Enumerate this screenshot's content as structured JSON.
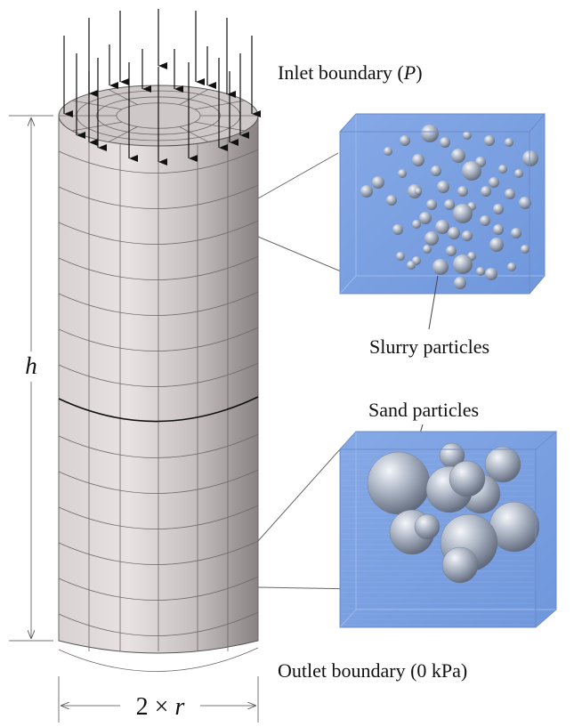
{
  "labels": {
    "inlet_text": "Inlet boundary (",
    "inlet_var": "P",
    "inlet_close": ")",
    "slurry": "Slurry particles",
    "sand": "Sand particles",
    "outlet": "Outlet boundary (0 kPa)",
    "height": "h",
    "width_prefix": "2 × ",
    "width_var": "r"
  },
  "colors": {
    "cylinder_light": "#e2dada",
    "cylinder_dark": "#8f8888",
    "mesh_line": "#6e6868",
    "box_fill": "#7fa6e6",
    "box_edge": "#5f7fbf",
    "sphere": "#a9b2c2",
    "arrow": "#111111"
  },
  "icons": {
    "load_arrows": "down-arrow-icon",
    "dimension_arrows": "dimension-arrow-icon"
  }
}
